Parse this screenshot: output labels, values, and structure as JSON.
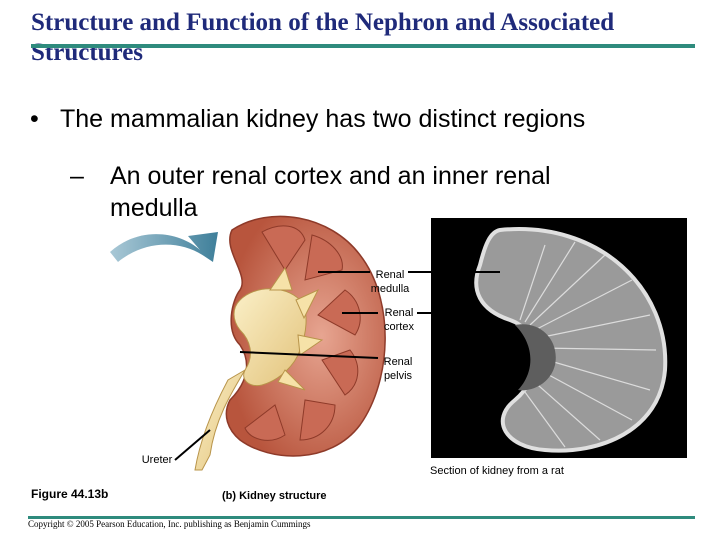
{
  "slide": {
    "title": "Structure and Function of the Nephron and Associated Structures",
    "bullet_marker": "•",
    "bullet": "The mammalian kidney has two distinct regions",
    "sub_marker": "–",
    "sub_bullet": "An outer renal cortex and an inner renal medulla"
  },
  "figure": {
    "labels": {
      "medulla": "Renal medulla",
      "cortex": "Renal cortex",
      "pelvis": "Renal pelvis",
      "ureter": "Ureter"
    },
    "rat_caption": "Section of kidney from a rat",
    "figure_ref": "Figure 44.13b",
    "panel_caption": "(b) Kidney structure"
  },
  "footer": {
    "copyright": "Copyright © 2005 Pearson Education, Inc. publishing as Benjamin Cummings"
  }
}
